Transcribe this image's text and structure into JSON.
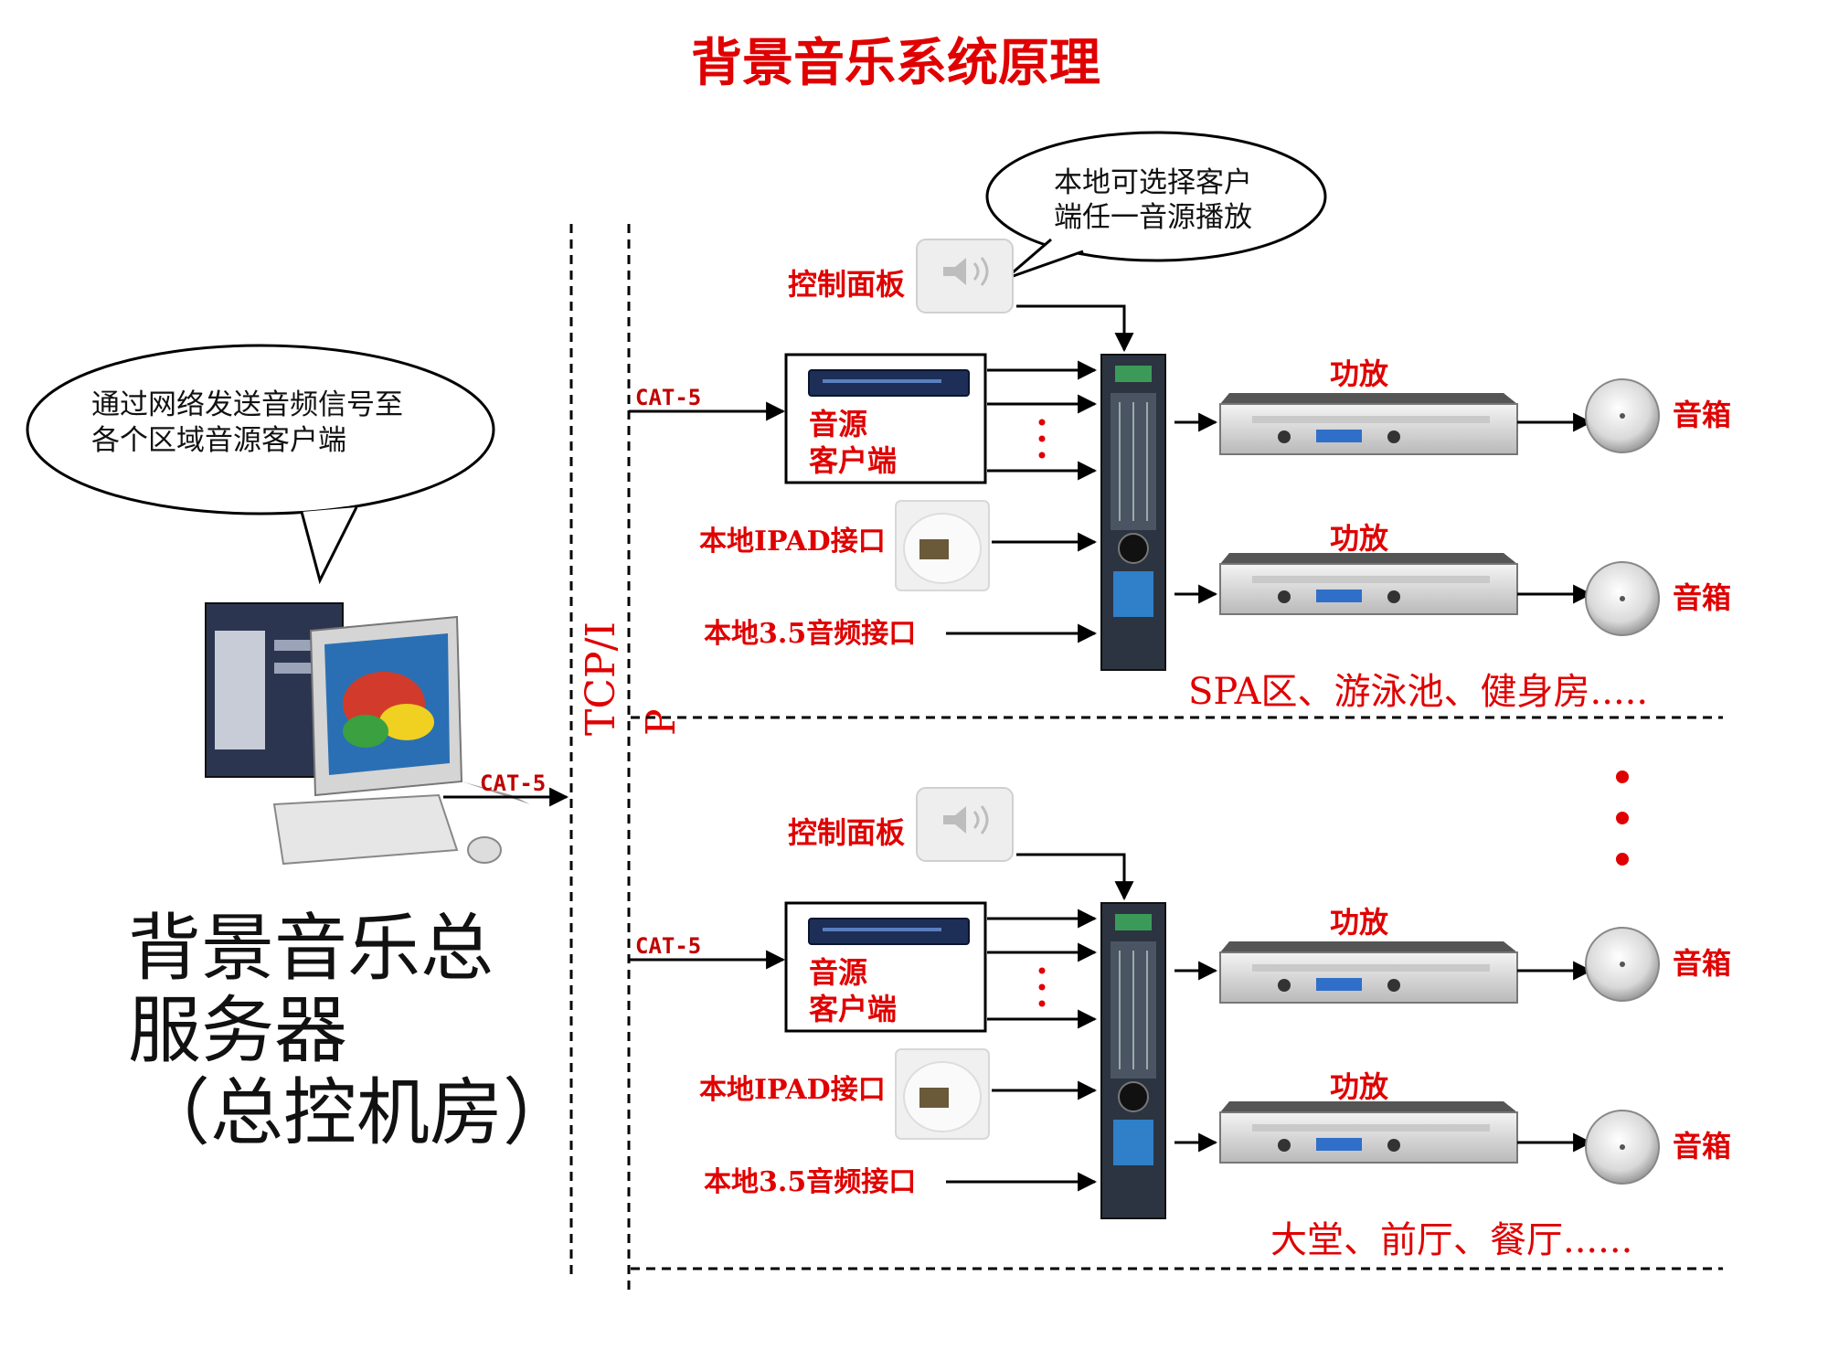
{
  "title": "背景音乐系统原理",
  "server": {
    "callout": [
      "通过网络发送音频信号至",
      "各个区域音源客户端"
    ],
    "label": [
      "背景音乐总",
      "服务器",
      "（总控机房）"
    ],
    "link_label": "CAT-5"
  },
  "network_label": [
    "TCP/I",
    "P"
  ],
  "panel_callout": [
    "本地可选择客户",
    "端任一音源播放"
  ],
  "zones": [
    {
      "control_panel": "控制面板",
      "cat_label": "CAT-5",
      "source_client": [
        "音源",
        "客户端"
      ],
      "ipad": "本地IPAD接口",
      "aux": "本地3.5音频接口",
      "amp_labels": [
        "功放",
        "功放"
      ],
      "speaker_labels": [
        "音箱",
        "音箱"
      ],
      "area": "SPA区、游泳池、健身房....."
    },
    {
      "control_panel": "控制面板",
      "cat_label": "CAT-5",
      "source_client": [
        "音源",
        "客户端"
      ],
      "ipad": "本地IPAD接口",
      "aux": "本地3.5音频接口",
      "amp_labels": [
        "功放",
        "功放"
      ],
      "speaker_labels": [
        "音箱",
        "音箱"
      ],
      "area": "大堂、前厅、餐厅......"
    }
  ],
  "ellipsis_dots": "⋮",
  "colors": {
    "accent": "#e00000",
    "line": "#000000"
  },
  "icons": [
    "computer-server-icon",
    "audio-player-icon",
    "ipad-dock-icon",
    "control-panel-icon",
    "mixer-icon",
    "amplifier-icon",
    "speaker-icon"
  ]
}
